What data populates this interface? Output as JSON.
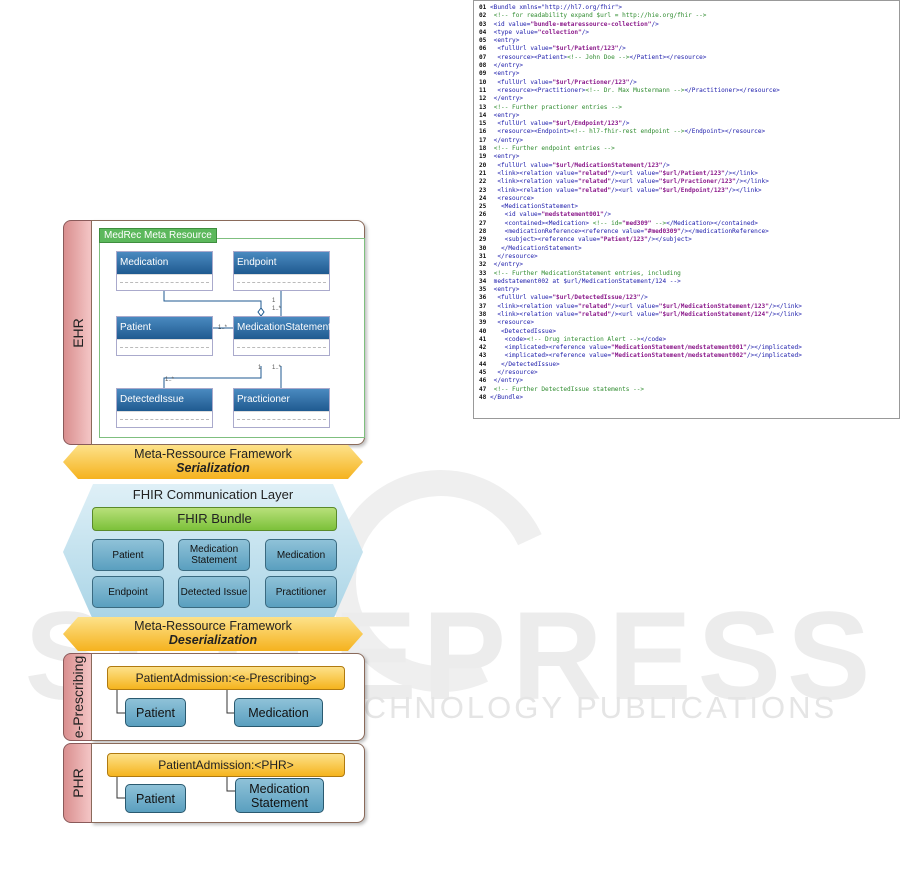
{
  "watermark": {
    "big": "SCITEPRESS",
    "small": "SCIENCE AND TECHNOLOGY PUBLICATIONS"
  },
  "ehr": {
    "tab_label": "EHR",
    "meta_title": "MedRec Meta Resource",
    "classes": [
      "Medication",
      "Endpoint",
      "Patient",
      "MedicationStatement",
      "DetectedIssue",
      "Practicioner"
    ],
    "multiplicities": [
      "1",
      "1..*",
      "1..*",
      "1",
      "1..*",
      "1..*"
    ]
  },
  "serialization": {
    "line1": "Meta-Ressource Framework",
    "line2": "Serialization"
  },
  "fhir_layer": {
    "title": "FHIR Communication Layer",
    "bundle": "FHIR Bundle",
    "resources": [
      "Patient",
      "Medication Statement",
      "Medication",
      "Endpoint",
      "Detected Issue",
      "Practitioner"
    ]
  },
  "deserialization": {
    "line1": "Meta-Ressource Framework",
    "line2": "Deserialization"
  },
  "eprescribing": {
    "tab_label": "e-Prescribing",
    "admission": "PatientAdmission:<e-Prescribing>",
    "box1": "Patient",
    "box2": "Medication"
  },
  "phr": {
    "tab_label": "PHR",
    "admission": "PatientAdmission:<PHR>",
    "box1": "Patient",
    "box2": "Medication Statement"
  },
  "code_lines": [
    [
      "01",
      "<Bundle xmlns=\"http://hl7.org/fhir\">"
    ],
    [
      "02",
      " <!-- for readability expand $url = http://hie.org/fhir -->"
    ],
    [
      "03",
      " <id value=\"bundle-metaressource-collection\"/>"
    ],
    [
      "04",
      " <type value=\"collection\"/>"
    ],
    [
      "05",
      " <entry>"
    ],
    [
      "06",
      "  <fullUrl value=\"$url/Patient/123\"/>"
    ],
    [
      "07",
      "  <resource><Patient><!-- John Doe --></Patient></resource>"
    ],
    [
      "08",
      " </entry>"
    ],
    [
      "09",
      " <entry>"
    ],
    [
      "10",
      "  <fullUrl value=\"$url/Practioner/123\"/>"
    ],
    [
      "11",
      "  <resource><Practitioner><!-- Dr. Max Mustermann --></Practitioner></resource>"
    ],
    [
      "12",
      " </entry>"
    ],
    [
      "13",
      " <!-- Further practioner entries -->"
    ],
    [
      "14",
      " <entry>"
    ],
    [
      "15",
      "  <fullUrl value=\"$url/Endpoint/123\"/>"
    ],
    [
      "16",
      "  <resource><Endpoint><!-- hl7-fhir-rest endpoint --></Endpoint></resource>"
    ],
    [
      "17",
      " </entry>"
    ],
    [
      "18",
      " <!-- Further endpoint entries -->"
    ],
    [
      "19",
      " <entry>"
    ],
    [
      "20",
      "  <fullUrl value=\"$url/MedicationStatement/123\"/>"
    ],
    [
      "21",
      "  <link><relation value=\"related\"/><url value=\"$url/Patient/123\"/></link>"
    ],
    [
      "22",
      "  <link><relation value=\"related\"/><url value=\"$url/Practioner/123\"/></link>"
    ],
    [
      "23",
      "  <link><relation value=\"related\"/><url value=\"$url/Endpoint/123\"/></link>"
    ],
    [
      "24",
      "  <resource>"
    ],
    [
      "25",
      "   <MedicationStatement>"
    ],
    [
      "26",
      "    <id value=\"medstatement001\"/>"
    ],
    [
      "27",
      "    <contained><Medication> <!-- id=\"med309\" --></Medication></contained>"
    ],
    [
      "28",
      "    <medicationReference><reference value=\"#med0309\"/></medicationReference>"
    ],
    [
      "29",
      "    <subject><reference value=\"Patient/123\"/></subject>"
    ],
    [
      "30",
      "   </MedicationStatement>"
    ],
    [
      "31",
      "  </resource>"
    ],
    [
      "32",
      " </entry>"
    ],
    [
      "33",
      " <!-- Further MedicationStatement entries, including"
    ],
    [
      "34",
      " medstatement002 at $url/MedicationStatement/124 -->"
    ],
    [
      "35",
      " <entry>"
    ],
    [
      "36",
      "  <fullUrl value=\"$url/DetectedIssue/123\"/>"
    ],
    [
      "37",
      "  <link><relation value=\"related\"/><url value=\"$url/MedicationStatement/123\"/></link>"
    ],
    [
      "38",
      "  <link><relation value=\"related\"/><url value=\"$url/MedicationStatement/124\"/></link>"
    ],
    [
      "39",
      "  <resource>"
    ],
    [
      "40",
      "   <DetectedIssue>"
    ],
    [
      "41",
      "    <code><!-- Drug interaction Alert --></code>"
    ],
    [
      "42",
      "    <implicated><reference value=\"MedicationStatement/medstatement001\"/></implicated>"
    ],
    [
      "43",
      "    <implicated><reference value=\"MedicationStatement/medstatement002\"/></implicated>"
    ],
    [
      "44",
      "   </DetectedIssue>"
    ],
    [
      "45",
      "  </resource>"
    ],
    [
      "46",
      " </entry>"
    ],
    [
      "47",
      " <!-- Further DetectedIssue statements -->"
    ],
    [
      "48",
      "</Bundle>"
    ]
  ]
}
